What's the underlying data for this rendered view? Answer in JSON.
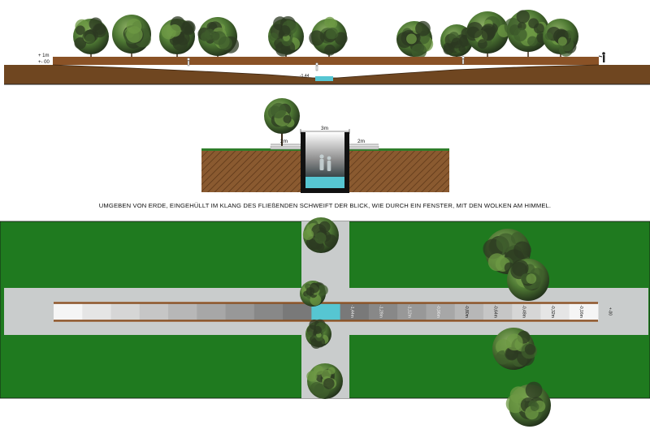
{
  "section": {
    "level_plus1": "+ 1m",
    "level_zero": "+- 00",
    "level_bottom": "-1,44"
  },
  "cross_section": {
    "width_trench": "3m",
    "width_left": "2m",
    "width_right": "2m"
  },
  "caption": "UMGEBEN VON ERDE, EINGEHÜLLT IM KLANG DES FLIEßENDEN SCHWEIFT DER BLICK, WIE DURCH EIN FENSTER, MIT DEN WOLKEN AM HIMMEL.",
  "plan": {
    "depth_labels": [
      "-1,44m",
      "-1,28m",
      "-1,12m",
      "-0,96m",
      "-0,80m",
      "-0,64m",
      "-0,48m",
      "-0,32m",
      "-0,16m",
      "+-00"
    ]
  },
  "colors": {
    "grass": "#1f7a1f",
    "path": "#c9cccc",
    "earth": "#7a4a22",
    "water": "#56c6d2",
    "tree_dark": "#2c3a22",
    "tree_light": "#5f8a3a"
  }
}
